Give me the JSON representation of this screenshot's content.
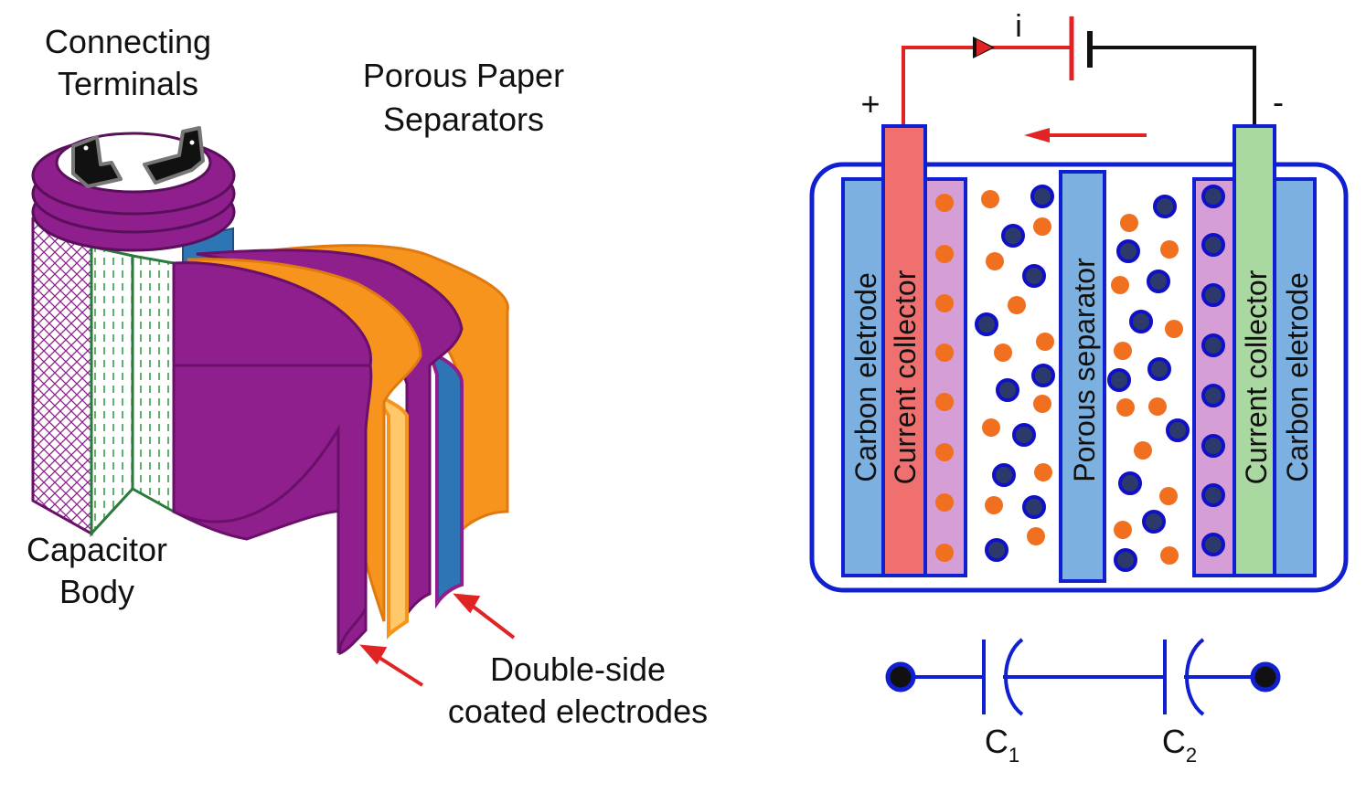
{
  "left_diagram": {
    "connecting_terminals": [
      "Connecting",
      "Terminals"
    ],
    "porous_paper_separators": [
      "Porous Paper",
      "Separators"
    ],
    "capacitor_body": [
      "Capacitor",
      "Body"
    ],
    "double_side_electrodes": [
      "Double-side",
      "coated electrodes"
    ]
  },
  "right_diagram": {
    "current_label": "i",
    "plus": "+",
    "minus": "-",
    "carbon_electrode_left": "Carbon eletrode",
    "current_collector_left": "Current collector",
    "porous_separator": "Porous separator",
    "current_collector_right": "Current collector",
    "carbon_electrode_right": "Carbon eletrode",
    "c1_main": "C",
    "c1_sub": "1",
    "c2_main": "C",
    "c2_sub": "2"
  },
  "colors": {
    "purple": "#8e1f8c",
    "orange": "#f7941d",
    "light_orange": "#ffc96b",
    "blue_layer": "#2e75b6",
    "wire_red": "#e02424",
    "circuit_blue": "#1020d0",
    "carbon_blue": "#7bb0e0",
    "collector_red": "#f07070",
    "collector_green": "#a9d8a0",
    "lilac": "#d59ed6",
    "ion_orange": "#f07020",
    "ion_blue": "#1010c8"
  }
}
